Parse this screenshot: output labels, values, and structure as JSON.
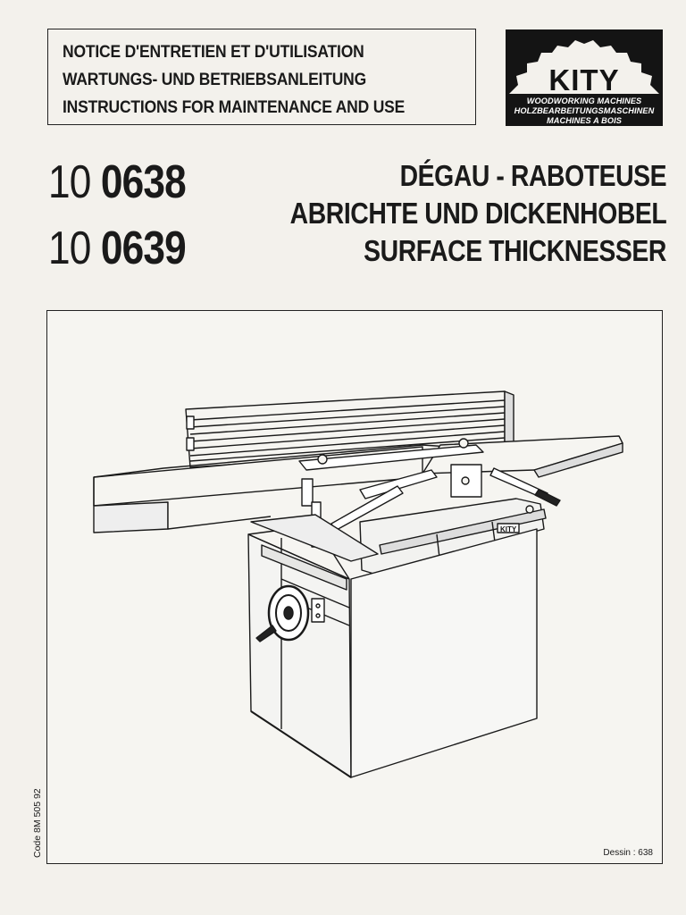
{
  "header": {
    "lines": [
      "NOTICE D'ENTRETIEN ET D'UTILISATION",
      "WARTUNGS- UND BETRIEBSANLEITUNG",
      "INSTRUCTIONS FOR MAINTENANCE AND USE"
    ]
  },
  "logo": {
    "brand": "KITY",
    "sub_lines": [
      "WOODWORKING MACHINES",
      "HOLZBEARBEITUNGSMASCHINEN",
      "MACHINES A BOIS"
    ]
  },
  "models": [
    {
      "prefix": "10",
      "number": "0638"
    },
    {
      "prefix": "10",
      "number": "0639"
    }
  ],
  "product_names": [
    "DÉGAU - RABOTEUSE",
    "ABRICHTE UND DICKENHOBEL",
    "SURFACE THICKNESSER"
  ],
  "drawing_ref": "Dessin : 638",
  "side_code": "Code 8M 505 92",
  "machine_label": "KITY",
  "colors": {
    "ink": "#1a1a1a",
    "paper": "#f3f1ec",
    "logo_bg": "#141414"
  }
}
